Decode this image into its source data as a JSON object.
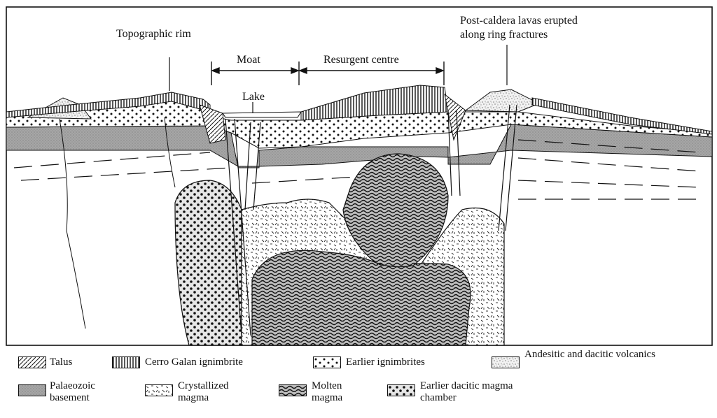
{
  "labels": {
    "topographic_rim": "Topographic rim",
    "post_caldera_line1": "Post-caldera lavas erupted",
    "post_caldera_line2": "along ring fractures",
    "moat": "Moat",
    "resurgent_centre": "Resurgent centre",
    "lake": "Lake"
  },
  "legend": [
    {
      "id": "talus",
      "text": "Talus",
      "pattern": "hatch"
    },
    {
      "id": "cerro-galan",
      "text": "Cerro Galan ignimbrite",
      "pattern": "vlines"
    },
    {
      "id": "earlier-ignimbrites",
      "text": "Earlier ignimbrites",
      "pattern": "dots"
    },
    {
      "id": "andesitic",
      "text": "Andesitic and dacitic volcanics",
      "pattern": "speckle"
    },
    {
      "id": "palaeozoic",
      "text": "Palaeozoic basement",
      "pattern": "grey"
    },
    {
      "id": "crystallized",
      "text": "Crystallized magma",
      "pattern": "dashes"
    },
    {
      "id": "molten",
      "text": "Molten magma",
      "pattern": "worms"
    },
    {
      "id": "earlier-dacitic",
      "text": "Earlier dacitic magma chamber",
      "pattern": "bigdots"
    }
  ]
}
